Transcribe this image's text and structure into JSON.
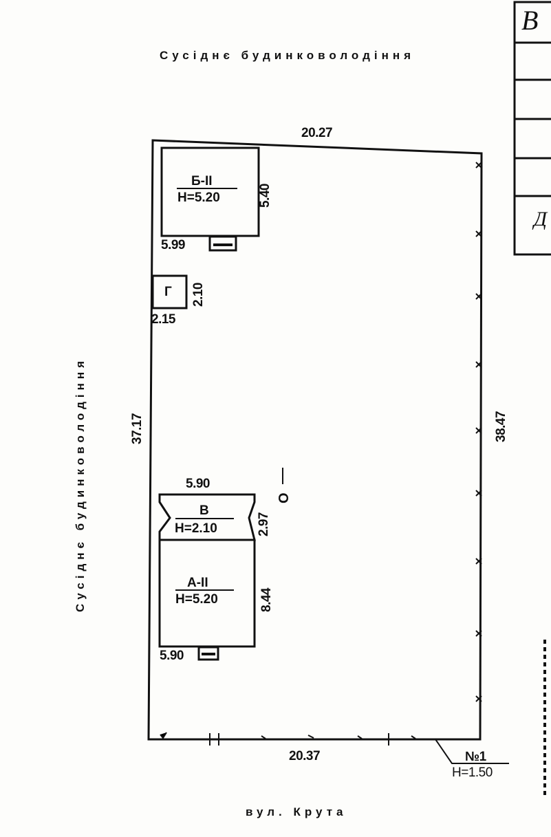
{
  "streets": {
    "north": "Сусіднє будинковолодіння",
    "west": "Сусіднє будинковолодіння",
    "south": "вул. Крута"
  },
  "dimensions": {
    "top": "20.27",
    "bottom": "20.37",
    "left": "37.17",
    "right": "38.47"
  },
  "buildings": {
    "b2": {
      "name": "Б-ІІ",
      "height": "Н=5.20",
      "width": "5.99",
      "depth": "5.40"
    },
    "g": {
      "name": "Г",
      "width": "2.15",
      "depth": "2.10"
    },
    "v": {
      "name": "В",
      "height": "Н=2.10",
      "width": "5.90",
      "depth": "2.97"
    },
    "a2": {
      "name": "А-ІІ",
      "height": "Н=5.20",
      "width": "5.90",
      "depth": "8.44"
    }
  },
  "fence": {
    "name": "№1",
    "height": "Н=1.50"
  },
  "well": {
    "name": "О"
  },
  "stamp": {
    "letter1": "В",
    "letter2": "Д"
  }
}
